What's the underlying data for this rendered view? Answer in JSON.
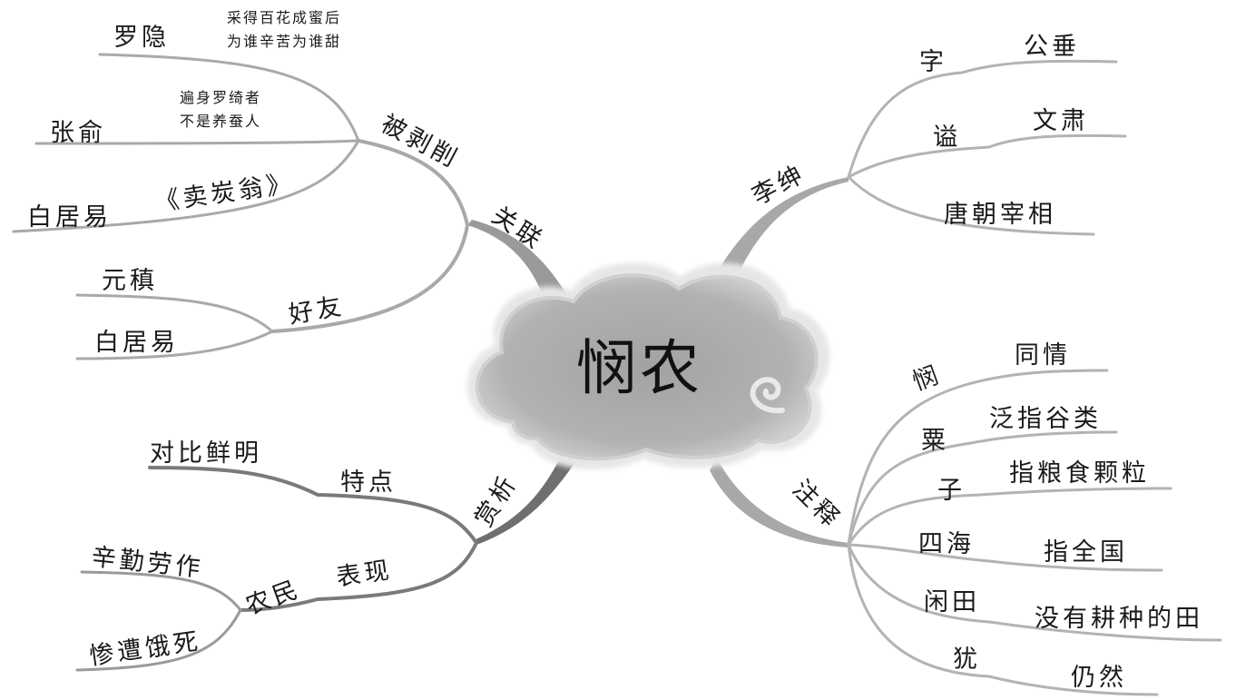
{
  "center": {
    "title": "悯农"
  },
  "branches": {
    "guanlian": {
      "label": "关联",
      "bei_bo_xue": {
        "label": "被剥削",
        "luo_yin": {
          "name": "罗隐",
          "quote_line1": "采得百花成蜜后",
          "quote_line2": "为谁辛苦为谁甜"
        },
        "zhang_yu": {
          "name": "张俞",
          "quote_line1": "遍身罗绮者",
          "quote_line2": "不是养蚕人"
        },
        "bai_juyi": {
          "name": "白居易",
          "work": "《卖炭翁》"
        }
      },
      "hao_you": {
        "label": "好友",
        "items": [
          "元稹",
          "白居易"
        ]
      }
    },
    "shangxi": {
      "label": "赏析",
      "tedian": {
        "label": "特点",
        "value": "对比鲜明"
      },
      "biaoxian": {
        "label": "表现",
        "nongmin": {
          "label": "农民",
          "items": [
            "辛勤劳作",
            "惨遭饿死"
          ]
        }
      }
    },
    "li_shen": {
      "label": "李绅",
      "items": [
        {
          "key": "字",
          "value": "公垂"
        },
        {
          "key": "谥",
          "value": "文肃"
        },
        {
          "key": "",
          "value": "唐朝宰相"
        }
      ]
    },
    "zhushi": {
      "label": "注释",
      "items": [
        {
          "key": "悯",
          "value": "同情"
        },
        {
          "key": "粟",
          "value": "泛指谷类"
        },
        {
          "key": "子",
          "value": "指粮食颗粒"
        },
        {
          "key": "四海",
          "value": "指全国"
        },
        {
          "key": "闲田",
          "value": "没有耕种的田"
        },
        {
          "key": "犹",
          "value": "仍然"
        }
      ]
    }
  },
  "colors": {
    "branch_light": "#b9b9b9",
    "branch_mid": "#8e8e8e",
    "branch_dark": "#6f6f6f",
    "cloud_fill": "#a9a9a9",
    "cloud_edge": "#dcdcdc"
  }
}
